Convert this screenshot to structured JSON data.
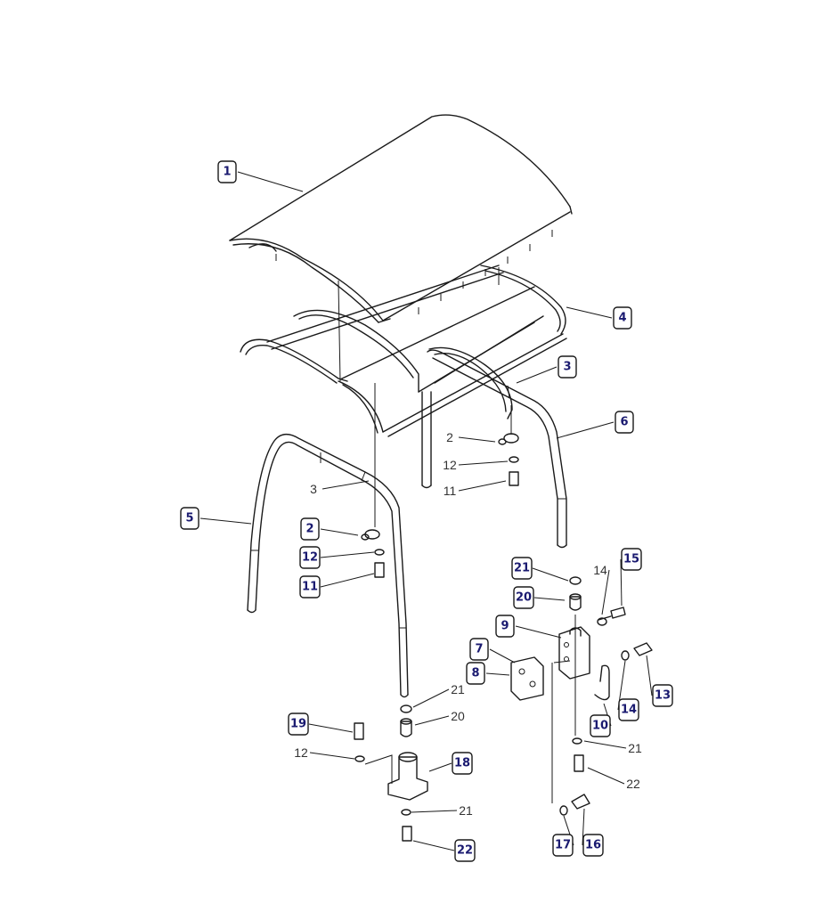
{
  "callouts": [
    {
      "id": "c1",
      "text": "1",
      "boxed": true
    },
    {
      "id": "c4",
      "text": "4",
      "boxed": true
    },
    {
      "id": "c3a",
      "text": "3",
      "boxed": true
    },
    {
      "id": "c6",
      "text": "6",
      "boxed": true
    },
    {
      "id": "c2a",
      "text": "2",
      "boxed": false
    },
    {
      "id": "c12a",
      "text": "12",
      "boxed": false
    },
    {
      "id": "c11a",
      "text": "11",
      "boxed": false
    },
    {
      "id": "c3b",
      "text": "3",
      "boxed": false
    },
    {
      "id": "c5",
      "text": "5",
      "boxed": true
    },
    {
      "id": "c2b",
      "text": "2",
      "boxed": true
    },
    {
      "id": "c12b",
      "text": "12",
      "boxed": true
    },
    {
      "id": "c11b",
      "text": "11",
      "boxed": true
    },
    {
      "id": "c21a",
      "text": "21",
      "boxed": true
    },
    {
      "id": "c15",
      "text": "15",
      "boxed": true
    },
    {
      "id": "c14a",
      "text": "14",
      "boxed": false
    },
    {
      "id": "c20a",
      "text": "20",
      "boxed": true
    },
    {
      "id": "c9",
      "text": "9",
      "boxed": true
    },
    {
      "id": "c7",
      "text": "7",
      "boxed": true
    },
    {
      "id": "c8",
      "text": "8",
      "boxed": true
    },
    {
      "id": "c14b",
      "text": "14",
      "boxed": true
    },
    {
      "id": "c13",
      "text": "13",
      "boxed": true
    },
    {
      "id": "c10",
      "text": "10",
      "boxed": true
    },
    {
      "id": "c21b",
      "text": "21",
      "boxed": false
    },
    {
      "id": "c20b",
      "text": "20",
      "boxed": false
    },
    {
      "id": "c19",
      "text": "19",
      "boxed": true
    },
    {
      "id": "c12c",
      "text": "12",
      "boxed": false
    },
    {
      "id": "c18",
      "text": "18",
      "boxed": true
    },
    {
      "id": "c21c",
      "text": "21",
      "boxed": false
    },
    {
      "id": "c21d",
      "text": "21",
      "boxed": false
    },
    {
      "id": "c22a",
      "text": "22",
      "boxed": false
    },
    {
      "id": "c17",
      "text": "17",
      "boxed": true
    },
    {
      "id": "c16",
      "text": "16",
      "boxed": true
    },
    {
      "id": "c22b",
      "text": "22",
      "boxed": true
    }
  ]
}
